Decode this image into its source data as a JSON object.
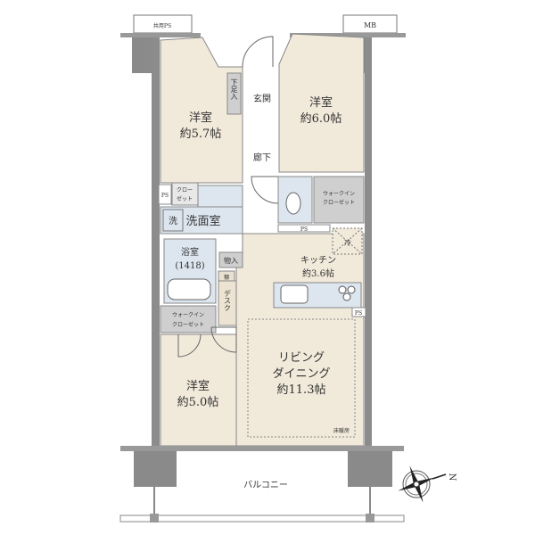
{
  "colors": {
    "room_beige": "#f1e9da",
    "wet_blue": "#dde6ef",
    "storage_grey": "#cfcfcf",
    "wall_grey": "#8c8c8c",
    "pillar_grey": "#9a9a9a"
  },
  "top_labels": {
    "ps_shared": "共用PS",
    "mb": "MB"
  },
  "rooms": {
    "bedroom1": {
      "name": "洋室",
      "size": "約5.7帖"
    },
    "bedroom2": {
      "name": "洋室",
      "size": "約6.0帖"
    },
    "bedroom3": {
      "name": "洋室",
      "size": "約5.0帖"
    },
    "entrance": "玄関",
    "shoe_storage": "下足入",
    "hallway": "廊下",
    "closet": "クローゼット",
    "closet_l1": "クロー",
    "closet_l2": "ゼット",
    "ps1": "PS",
    "washroom": "洗面室",
    "washer": "洗",
    "walkin_right_l1": "ウォークイン",
    "walkin_right_l2": "クローゼット",
    "ps2": "PS",
    "fridge": "冷",
    "bath": {
      "name": "浴室",
      "size": "(1418)"
    },
    "storage": "物入",
    "shelf": "棚",
    "desk": "デスク",
    "kitchen": {
      "name": "キッチン",
      "size": "約3.6帖"
    },
    "ps3": "PS",
    "walkin_left_l1": "ウォークイン",
    "walkin_left_l2": "クローゼット",
    "living": {
      "line1": "リビング",
      "line2": "ダイニング",
      "size": "約11.3帖"
    },
    "floor_heating": "床暖房",
    "balcony": "バルコニー"
  },
  "compass": {
    "north_label": "N",
    "icon": "compass-rose-icon"
  }
}
